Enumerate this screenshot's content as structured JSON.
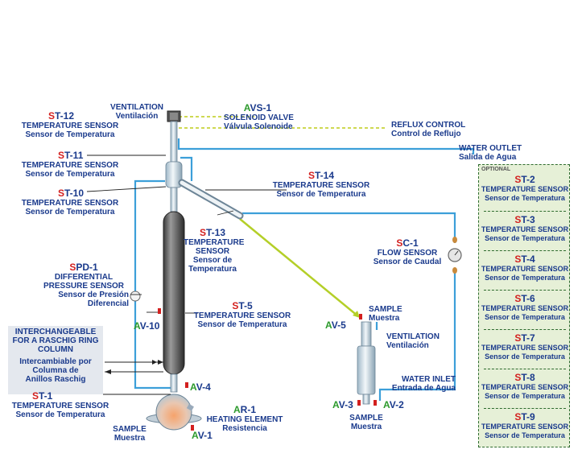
{
  "colors": {
    "label": "#1a3a8c",
    "tag_red": "#d3201f",
    "tag_green": "#2c9a2c",
    "pipe": "#3c9fd9",
    "signal_yellow": "#c8d43a",
    "optional_bg": "#e6f0d7"
  },
  "ventilation_top": {
    "l1": "VENTILATION",
    "l2": "Ventilación"
  },
  "avs1": {
    "pre": "A",
    "num": "VS-1",
    "l1": "SOLENOID VALVE",
    "l2": "Válvula Solenoide"
  },
  "reflux": {
    "l1": "REFLUX CONTROL",
    "l2": "Control de Reflujo"
  },
  "water_outlet": {
    "l1": "WATER OUTLET",
    "l2": "Salida de Agua"
  },
  "st12": {
    "pre": "S",
    "num": "T-12",
    "l1": "TEMPERATURE SENSOR",
    "l2": "Sensor de Temperatura"
  },
  "st11": {
    "pre": "S",
    "num": "T-11",
    "l1": "TEMPERATURE SENSOR",
    "l2": "Sensor de Temperatura"
  },
  "st10": {
    "pre": "S",
    "num": "T-10",
    "l1": "TEMPERATURE SENSOR",
    "l2": "Sensor de Temperatura"
  },
  "st14": {
    "pre": "S",
    "num": "T-14",
    "l1": "TEMPERATURE SENSOR",
    "l2": "Sensor de Temperatura"
  },
  "st13": {
    "pre": "S",
    "num": "T-13",
    "l1": "TEMPERATURE",
    "l2": "SENSOR",
    "l3": "Sensor de",
    "l4": "Temperatura"
  },
  "sc1": {
    "pre": "S",
    "num": "C-1",
    "l1": "FLOW SENSOR",
    "l2": "Sensor de Caudal"
  },
  "spd1": {
    "pre": "S",
    "num": "PD-1",
    "l1": "DIFFERENTIAL",
    "l2": "PRESSURE SENSOR",
    "l3": "Sensor de Presión",
    "l4": "Diferencial"
  },
  "st5": {
    "pre": "S",
    "num": "T-5",
    "l1": "TEMPERATURE SENSOR",
    "l2": "Sensor de Temperatura"
  },
  "av10": {
    "pre": "A",
    "num": "V-10"
  },
  "sample_right": {
    "l1": "SAMPLE",
    "l2": "Muestra"
  },
  "av5": {
    "pre": "A",
    "num": "V-5"
  },
  "ventilation_right": {
    "l1": "VENTILATION",
    "l2": "Ventilación"
  },
  "interchange": {
    "l1": "INTERCHANGEABLE",
    "l2": "FOR A RASCHIG RING",
    "l3": "COLUMN",
    "l4": "Intercambiable por",
    "l5": "Columna de",
    "l6": "Anillos Raschig"
  },
  "water_inlet": {
    "l1": "WATER INLET",
    "l2": "Entrada de Agua"
  },
  "av4": {
    "pre": "A",
    "num": "V-4"
  },
  "st1": {
    "pre": "S",
    "num": "T-1",
    "l1": "TEMPERATURE SENSOR",
    "l2": "Sensor de Temperatura"
  },
  "ar1": {
    "pre": "A",
    "num": "R-1",
    "l1": "HEATING ELEMENT",
    "l2": "Resistencia"
  },
  "sample_left": {
    "l1": "SAMPLE",
    "l2": "Muestra"
  },
  "av1": {
    "pre": "A",
    "num": "V-1"
  },
  "av3": {
    "pre": "A",
    "num": "V-3"
  },
  "av2": {
    "pre": "A",
    "num": "V-2"
  },
  "sample_bottom": {
    "l1": "SAMPLE",
    "l2": "Muestra"
  },
  "optional": {
    "title": "OPTIONAL",
    "items": [
      {
        "pre": "S",
        "num": "T-2",
        "l1": "TEMPERATURE SENSOR",
        "l2": "Sensor de Temperatura"
      },
      {
        "pre": "S",
        "num": "T-3",
        "l1": "TEMPERATURE SENSOR",
        "l2": "Sensor de Temperatura"
      },
      {
        "pre": "S",
        "num": "T-4",
        "l1": "TEMPERATURE SENSOR",
        "l2": "Sensor de Temperatura"
      },
      {
        "pre": "S",
        "num": "T-6",
        "l1": "TEMPERATURE SENSOR",
        "l2": "Sensor de Temperatura"
      },
      {
        "pre": "S",
        "num": "T-7",
        "l1": "TEMPERATURE SENSOR",
        "l2": "Sensor de Temperatura"
      },
      {
        "pre": "S",
        "num": "T-8",
        "l1": "TEMPERATURE SENSOR",
        "l2": "Sensor de Temperatura"
      },
      {
        "pre": "S",
        "num": "T-9",
        "l1": "TEMPERATURE SENSOR",
        "l2": "Sensor de Temperatura"
      }
    ]
  }
}
